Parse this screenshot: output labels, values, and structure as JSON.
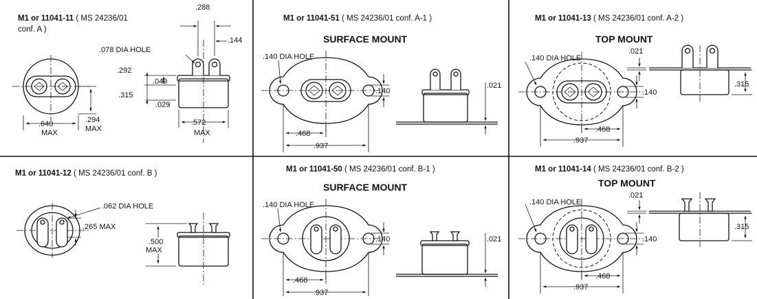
{
  "panels": [
    {
      "id": "p1",
      "header": {
        "part": "M1 or 11041-11",
        "spec": " ( MS 24236/01",
        "spec2": "conf. A )"
      },
      "dims": {
        "hole": ".078 DIA HOLE",
        "d288": ".288",
        "d144": ".144",
        "d292": ".292",
        "d049": ".049",
        "d315": ".315",
        "d029": ".029",
        "d640": ".640",
        "max1": "MAX",
        "d294": ".294",
        "max2": "MAX",
        "d572": ".572",
        "max3": "MAX"
      }
    },
    {
      "id": "p2",
      "header": {
        "part": "M1 or 11041-51",
        "spec": " ( MS 24236/01 conf. A-1 )"
      },
      "subtitle": "SURFACE MOUNT",
      "dims": {
        "hole": ".140 DIA HOLE",
        "d140": ".140",
        "d021": ".021",
        "d468": ".468",
        "d937": ".937"
      }
    },
    {
      "id": "p3",
      "header": {
        "part": "M1 or 11041-13",
        "spec": " ( MS 24236/01 conf. A-2 )"
      },
      "subtitle": "TOP MOUNT",
      "dims": {
        "hole": ".140 DIA HOLE",
        "d021": ".021",
        "d140": ".140",
        "d315": ".315",
        "d468": ".468",
        "d937": ".937"
      }
    },
    {
      "id": "p4",
      "header": {
        "part": "M1 or 11041-12",
        "spec": " ( MS 24236/01 conf. B )"
      },
      "dims": {
        "hole": ".062 DIA HOLE",
        "d265": ".265 MAX",
        "d500": ".500",
        "max1": "MAX"
      }
    },
    {
      "id": "p5",
      "header": {
        "part": "M1 or 11041-50",
        "spec": " ( MS 24236/01 conf. B-1 )"
      },
      "subtitle": "SURFACE MOUNT",
      "dims": {
        "hole": ".140 DIA HOLE",
        "d140": ".140",
        "d021": ".021",
        "d468": ".468",
        "d937": ".937"
      }
    },
    {
      "id": "p6",
      "header": {
        "part": "M1 or 11041-14",
        "spec": " ( MS 24236/01 conf. B-2 )"
      },
      "subtitle": "TOP MOUNT",
      "dims": {
        "hole": ".140 DIA HOLE",
        "d021": ".021",
        "d140": ".140",
        "d315": ".315",
        "d468": ".468",
        "d937": ".937"
      }
    }
  ]
}
